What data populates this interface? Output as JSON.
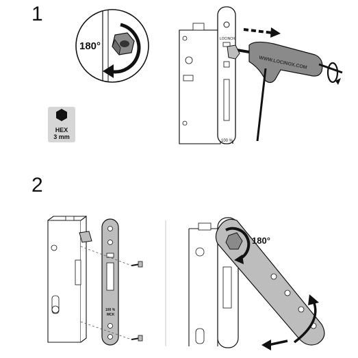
{
  "steps": [
    {
      "number": "1"
    },
    {
      "number": "2"
    }
  ],
  "rotation": {
    "step1_label": "180°",
    "step2_label": "180°"
  },
  "hex_badge": {
    "line1": "HEX",
    "line2": "3 mm"
  },
  "tool_brand": "WWW.LOCINOX.COM",
  "lock_labels": {
    "case_top_step1": "LOCINOX",
    "backset_step1": "100 %",
    "faceplate_line1": "100 %",
    "faceplate_line2": "MCK"
  },
  "colors": {
    "tool_gray": "#8a8a8a",
    "tool_dark": "#6d6d6d",
    "plate_gray": "#bdbdbd",
    "badge_gray": "#d6d6d6",
    "outline": "#111111"
  },
  "icons": [
    "rotate-arrow-icon",
    "hex-icon",
    "dashed-arrow-icon",
    "double-arrow-icon"
  ]
}
